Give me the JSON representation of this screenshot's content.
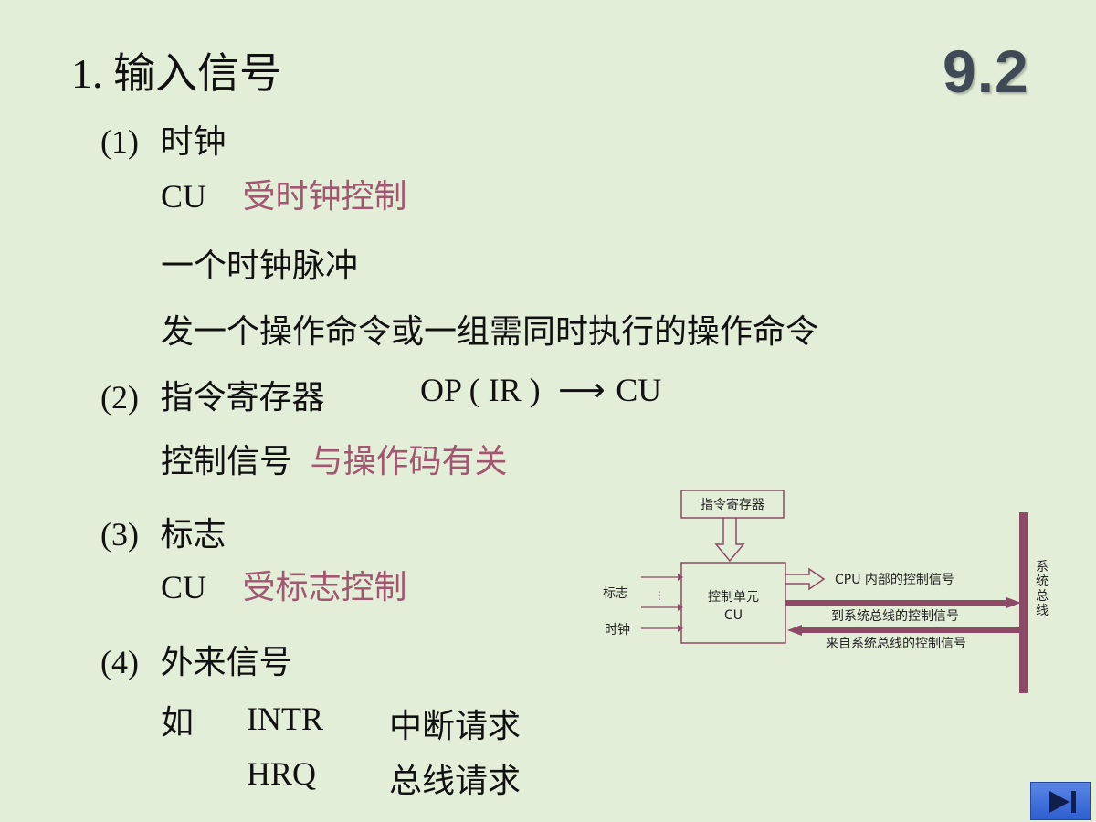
{
  "slide": {
    "number": "9.2",
    "title": "1. 输入信号"
  },
  "sections": {
    "clock": {
      "heading_num": "(1)",
      "heading": "时钟",
      "line1_prefix": "CU",
      "line1_accent": "受时钟控制",
      "line2": "一个时钟脉冲",
      "line3": "发一个操作命令或一组需同时执行的操作命令"
    },
    "ir": {
      "heading_num": "(2)",
      "heading": "指令寄存器",
      "expr": "OP ( IR )",
      "arrow": "⟶",
      "target": "CU",
      "line1_prefix": "控制信号",
      "line1_accent": "与操作码有关"
    },
    "flags": {
      "heading_num": "(3)",
      "heading": "标志",
      "line1_prefix": "CU",
      "line1_accent": "受标志控制"
    },
    "external": {
      "heading_num": "(4)",
      "heading": "外来信号",
      "example_label": "如",
      "items": [
        {
          "code": "INTR",
          "desc": "中断请求"
        },
        {
          "code": "HRQ",
          "desc": "总线请求"
        }
      ]
    }
  },
  "diagram": {
    "ir_box": "指令寄存器",
    "cu_box_line1": "控制单元",
    "cu_box_line2": "CU",
    "input_flags": "标志",
    "input_dots": "⋮",
    "input_clock": "时钟",
    "out_internal": "CPU 内部的控制信号",
    "out_to_bus": "到系统总线的控制信号",
    "in_from_bus": "来自系统总线的控制信号",
    "bus_label": [
      "系",
      "统",
      "总",
      "线"
    ],
    "color_bus": "#8c4a66",
    "color_box": "#8c4a66"
  },
  "nav": {
    "next_icon": "play-next-icon"
  }
}
